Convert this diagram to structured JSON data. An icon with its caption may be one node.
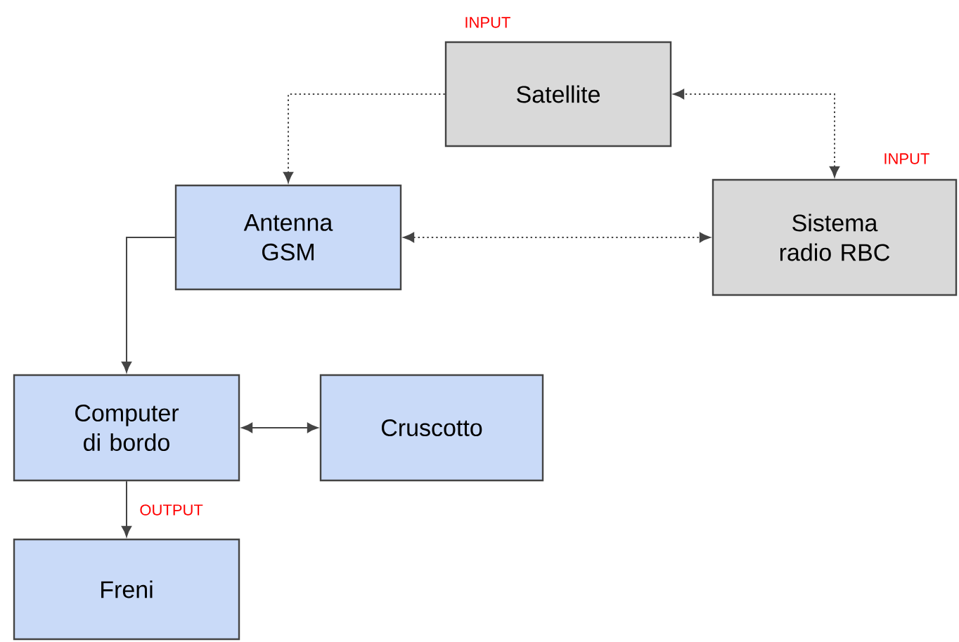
{
  "diagram": {
    "nodes": [
      {
        "text": [
          "Satellite"
        ],
        "beside": [
          "INPUT"
        ]
      },
      {
        "text": [
          "Antenna GSM"
        ]
      },
      {
        "text": [
          "Sistema radio RBC"
        ],
        "beside": [
          "INPUT"
        ]
      },
      {
        "text": [
          "Computer di bordo"
        ]
      },
      {
        "text": [
          "Cruscotto"
        ]
      },
      {
        "text": [
          "Freni"
        ]
      }
    ],
    "edges": [
      {
        "from": 0,
        "to": 1,
        "arrow": "to",
        "style": "dashed"
      },
      {
        "from": 2,
        "to": 0,
        "arrow": "both",
        "style": "dashed"
      },
      {
        "from": 1,
        "to": 2,
        "arrow": "both",
        "style": "dashed"
      },
      {
        "from": 1,
        "to": 3,
        "arrow": "to"
      },
      {
        "from": 3,
        "to": 4,
        "arrow": "both"
      },
      {
        "from": 3,
        "to": 5,
        "arrow": "to",
        "label": "OUTPUT"
      }
    ]
  }
}
